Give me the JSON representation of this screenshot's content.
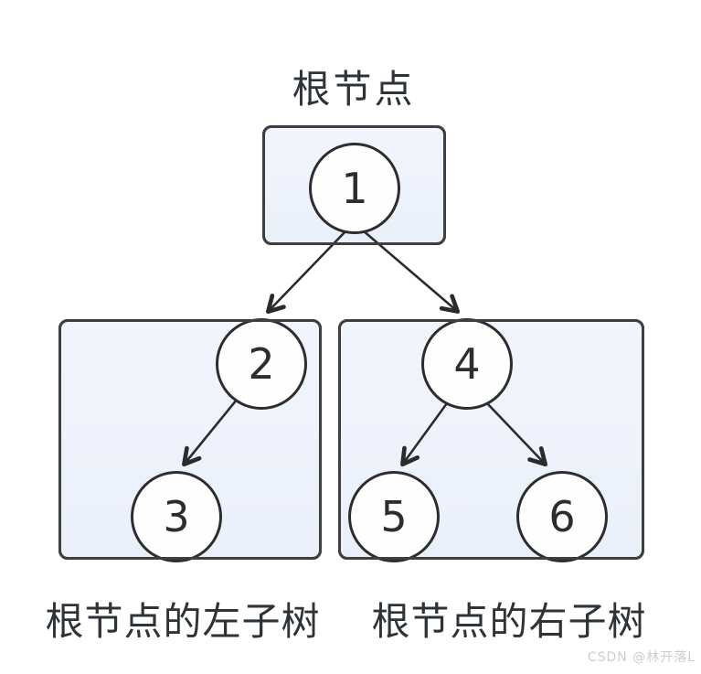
{
  "title": "根节点",
  "labels": {
    "left_subtree": "根节点的左子树",
    "right_subtree": "根节点的右子树"
  },
  "nodes": {
    "n1": "1",
    "n2": "2",
    "n3": "3",
    "n4": "4",
    "n5": "5",
    "n6": "6"
  },
  "edges": [
    {
      "from": "1",
      "to": "2"
    },
    {
      "from": "1",
      "to": "4"
    },
    {
      "from": "2",
      "to": "3"
    },
    {
      "from": "4",
      "to": "5"
    },
    {
      "from": "4",
      "to": "6"
    }
  ],
  "watermark": "CSDN @林开落L",
  "colors": {
    "background": "#ffffff",
    "box_fill": "#edf2fb",
    "box_border": "#3f3f3f",
    "node_fill": "#fefefe",
    "node_border": "#2d2d2d",
    "arrow": "#2b2b2b",
    "text": "#2e3338",
    "watermark": "#cdcdcd"
  }
}
